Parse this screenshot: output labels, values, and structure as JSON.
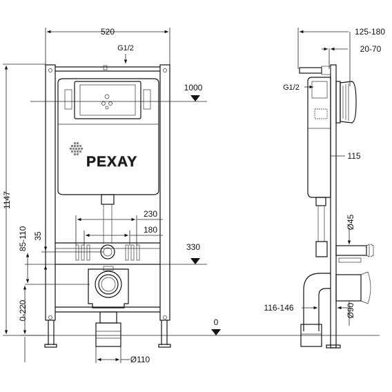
{
  "front_view": {
    "width_dim": "520",
    "height_dim": "1147",
    "inlet_label": "G1/2",
    "level_top": "1000",
    "level_mid": "330",
    "level_zero": "0",
    "stud_outer": "230",
    "stud_inner": "180",
    "dim_35": "35",
    "dim_85_110": "85-110",
    "dim_0_220": "0-220",
    "outlet_diameter": "Ø110",
    "brand": "PEXAY"
  },
  "side_view": {
    "depth_range": "125-180",
    "plate_range": "20-70",
    "inlet_label": "G1/2",
    "dim_115": "115",
    "pipe_small": "Ø45",
    "pipe_large": "Ø90",
    "offset_range": "116-146"
  }
}
